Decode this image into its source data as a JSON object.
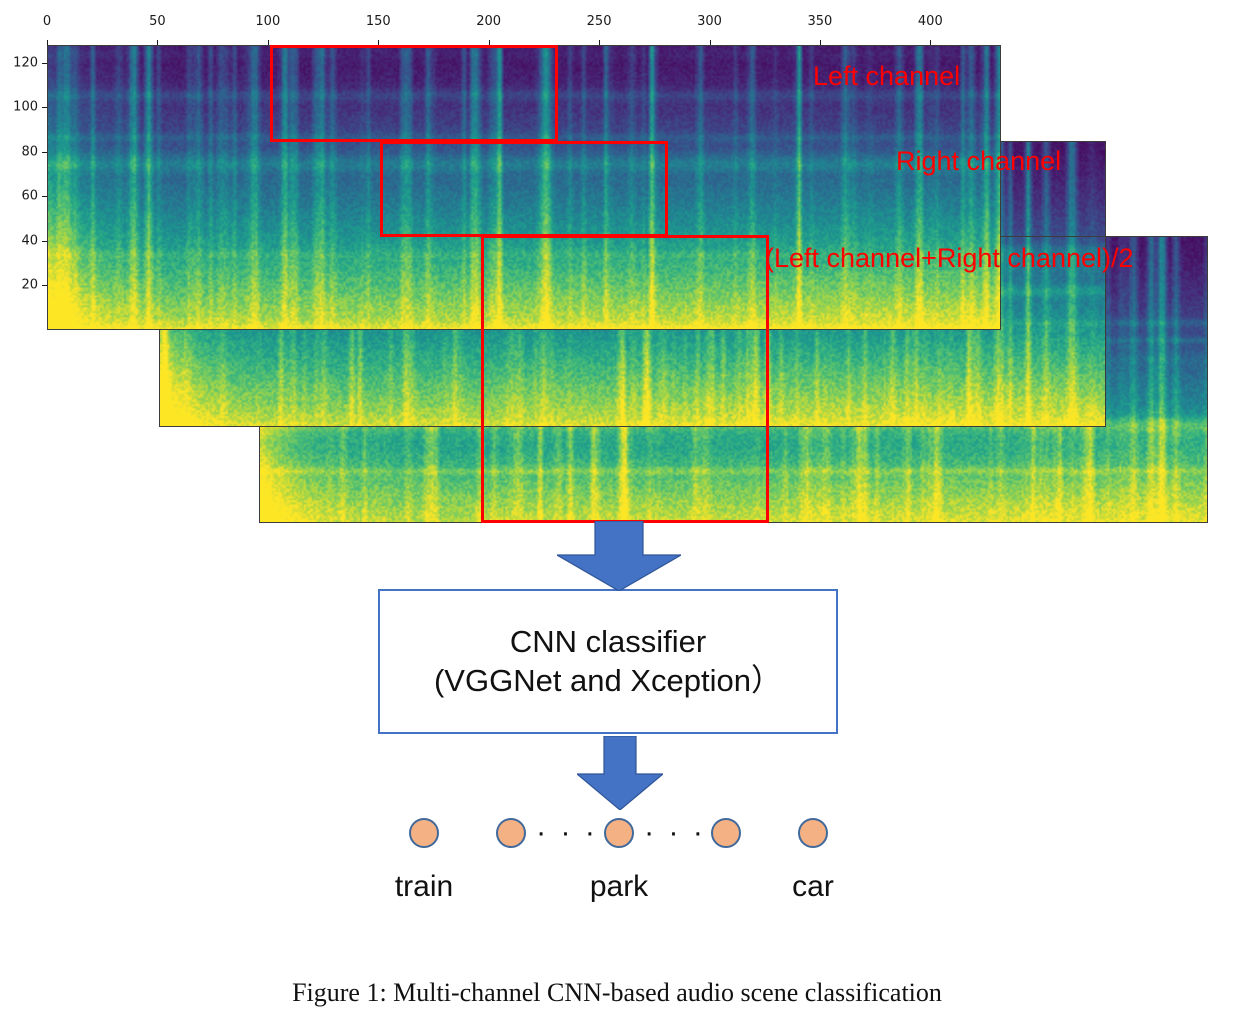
{
  "figure": {
    "caption": "Figure 1: Multi-channel CNN-based audio scene classification"
  },
  "colors": {
    "roi_red": "#ff0000",
    "arrow_blue": "#4472C4",
    "arrow_blue_edge": "#2f5597",
    "box_border_blue": "#4472C4",
    "node_fill": "#F4B183",
    "node_border": "#41699b",
    "label_red": "#ff0000",
    "text_black": "#111111"
  },
  "axes": {
    "x_ticks": [
      "0",
      "50",
      "100",
      "150",
      "200",
      "250",
      "300",
      "350",
      "400"
    ],
    "y_ticks": [
      "120",
      "100",
      "80",
      "60",
      "40",
      "20"
    ],
    "x_range": [
      0,
      432
    ],
    "y_range": [
      0,
      128
    ]
  },
  "panels": [
    {
      "id": "left-channel",
      "label": "Left channel",
      "roi_x_start": 100,
      "roi_x_end": 230
    },
    {
      "id": "right-channel",
      "label": "Right channel",
      "roi_x_start": 150,
      "roi_x_end": 280
    },
    {
      "id": "mix-channel",
      "label": "(Left channel+Right channel)/2",
      "roi_x_start": 200,
      "roi_x_end": 330
    }
  ],
  "classifier": {
    "line1": "CNN classifier",
    "line2": "(VGGNet and Xception）"
  },
  "output": {
    "labels": [
      "train",
      "park",
      "car"
    ],
    "ellipsis": "· · ·",
    "node_count": 5
  },
  "chart_data": {
    "type": "heatmap",
    "title": "Multi-channel log-mel spectrograms",
    "xlabel": "",
    "ylabel": "",
    "x_tick_labels": [
      "0",
      "50",
      "100",
      "150",
      "200",
      "250",
      "300",
      "350",
      "400"
    ],
    "x_tick_values": [
      0,
      50,
      100,
      150,
      200,
      250,
      300,
      350,
      400
    ],
    "y_tick_labels": [
      "120",
      "100",
      "80",
      "60",
      "40",
      "20"
    ],
    "y_tick_values": [
      120,
      100,
      80,
      60,
      40,
      20
    ],
    "xlim": [
      0,
      432
    ],
    "ylim": [
      0,
      128
    ],
    "grid": false,
    "colormap": "viridis",
    "series": [
      {
        "name": "Left channel",
        "roi_highlight": [
          100,
          230
        ],
        "description": "log-mel spectrogram, energy decreasing with mel bin index"
      },
      {
        "name": "Right channel",
        "roi_highlight": [
          150,
          280
        ],
        "description": "log-mel spectrogram, energy decreasing with mel bin index"
      },
      {
        "name": "(Left channel+Right channel)/2",
        "roi_highlight": [
          200,
          330
        ],
        "description": "averaged log-mel spectrogram, energy decreasing with mel bin index"
      }
    ],
    "annotations": [
      "Left channel",
      "Right channel",
      "(Left channel+Right channel)/2"
    ]
  }
}
